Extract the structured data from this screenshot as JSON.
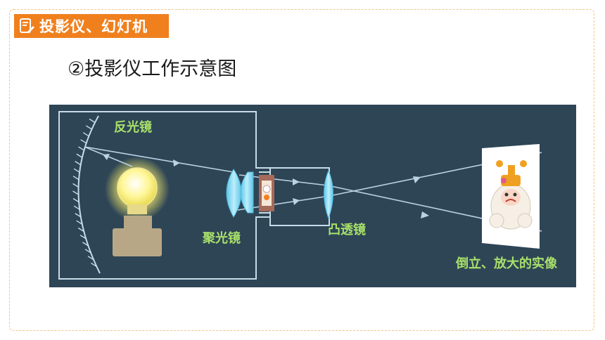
{
  "header": {
    "section_title": "投影仪、幻灯机",
    "section_icon": "note-edit-icon"
  },
  "main": {
    "subtitle": "②投影仪工作示意图"
  },
  "diagram": {
    "labels": {
      "reflector": "反光镜",
      "condenser": "聚光镜",
      "convex_lens": "凸透镜",
      "image": "倒立、放大的实像"
    },
    "colors": {
      "background": "#2e4556",
      "outline": "#c7dce8",
      "label": "#a8e06a",
      "lens": "#7fd3ee",
      "ray": "#b9d3e3",
      "accent": "#f0801e"
    }
  }
}
